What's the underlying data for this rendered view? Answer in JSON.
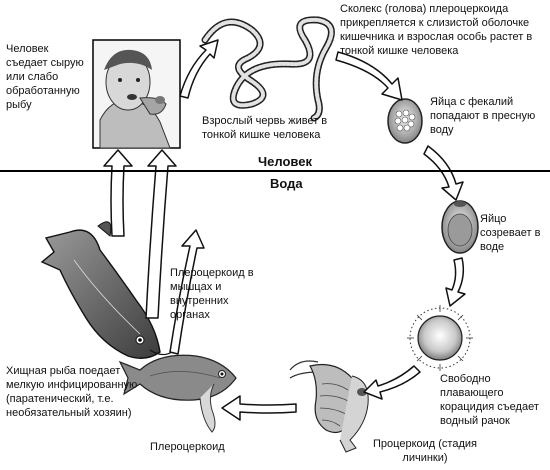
{
  "zones": {
    "top": "Человек",
    "bottom": "Вода"
  },
  "labels": {
    "human_eats": "Человек съедает сырую или слабо обработанную рыбу",
    "adult_worm": "Взрослый червь живет в тонкой кишке человека",
    "scolex": "Сколекс (голова) плероцеркоида прикрепляется к слизистой оболочке кишечника и взрослая особь растет в тонкой кишке человека",
    "eggs_feces": "Яйца с фекалий попадают в пресную воду",
    "egg_matures": "Яйцо созревает в воде",
    "coracidium": "Свободно плавающего корацидия съедает водный рачок",
    "procercoid": "Процеркоид (стадия личинки)",
    "plerocercoid": "Плероцеркоид",
    "predator_fish": "Хищная рыба поедает мелкую инфицированную (паратенический, т.е. необязательный хозяин)",
    "plerocercoid_muscles": "Плероцеркоид в мышцах и внутренних органах"
  }
}
